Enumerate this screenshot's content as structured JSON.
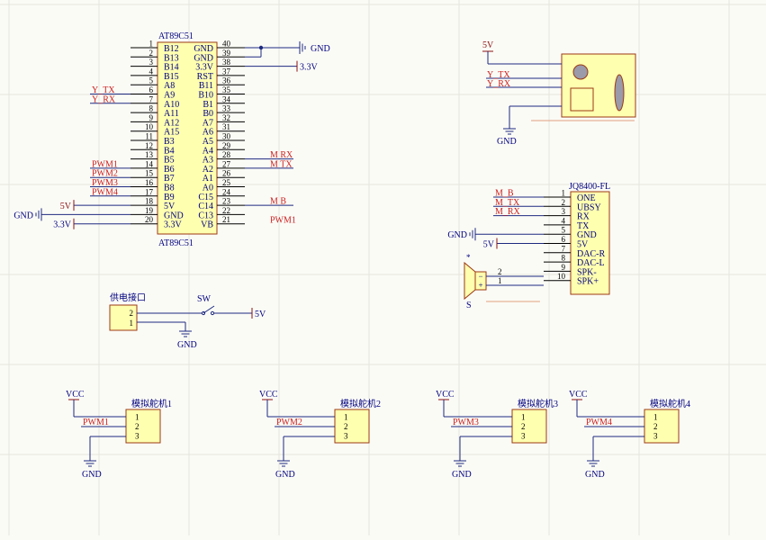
{
  "mcu": {
    "ref": "AT89C51",
    "value": "AT89C51",
    "left_pins": [
      {
        "num": "1",
        "name": "B12"
      },
      {
        "num": "2",
        "name": "B13"
      },
      {
        "num": "3",
        "name": "B14"
      },
      {
        "num": "4",
        "name": "B15"
      },
      {
        "num": "5",
        "name": "A8"
      },
      {
        "num": "6",
        "name": "A9"
      },
      {
        "num": "7",
        "name": "A10"
      },
      {
        "num": "8",
        "name": "A11"
      },
      {
        "num": "9",
        "name": "A12"
      },
      {
        "num": "10",
        "name": "A15"
      },
      {
        "num": "11",
        "name": "B3"
      },
      {
        "num": "12",
        "name": "B4"
      },
      {
        "num": "13",
        "name": "B5"
      },
      {
        "num": "14",
        "name": "B6"
      },
      {
        "num": "15",
        "name": "B7"
      },
      {
        "num": "16",
        "name": "B8"
      },
      {
        "num": "17",
        "name": "B9"
      },
      {
        "num": "18",
        "name": "5V"
      },
      {
        "num": "19",
        "name": "GND"
      },
      {
        "num": "20",
        "name": "3.3V"
      }
    ],
    "right_pins": [
      {
        "num": "40",
        "name": "GND"
      },
      {
        "num": "39",
        "name": "GND"
      },
      {
        "num": "38",
        "name": "3.3V"
      },
      {
        "num": "37",
        "name": "RST"
      },
      {
        "num": "36",
        "name": "B11"
      },
      {
        "num": "35",
        "name": "B10"
      },
      {
        "num": "34",
        "name": "B1"
      },
      {
        "num": "33",
        "name": "B0"
      },
      {
        "num": "32",
        "name": "A7"
      },
      {
        "num": "31",
        "name": "A6"
      },
      {
        "num": "30",
        "name": "A5"
      },
      {
        "num": "29",
        "name": "A4"
      },
      {
        "num": "28",
        "name": "A3"
      },
      {
        "num": "27",
        "name": "A2"
      },
      {
        "num": "26",
        "name": "A1"
      },
      {
        "num": "25",
        "name": "A0"
      },
      {
        "num": "24",
        "name": "C15"
      },
      {
        "num": "23",
        "name": "C14"
      },
      {
        "num": "22",
        "name": "C13"
      },
      {
        "num": "21",
        "name": "VB"
      }
    ],
    "left_nets": {
      "6": "Y_TX",
      "7": "Y_RX",
      "14": "PWM1",
      "15": "PWM2",
      "16": "PWM3",
      "17": "PWM4",
      "18": "5V",
      "19": "GND",
      "20": "3.3V"
    },
    "right_nets": {
      "40": "GND",
      "38": "3.3V",
      "28": "M RX",
      "27": "M TX",
      "23": "M B"
    },
    "free_label": "PWM1"
  },
  "sensor": {
    "power": "5V",
    "tx": "Y_TX",
    "rx": "Y_RX",
    "ground": "GND"
  },
  "audio": {
    "ref": "JQ8400-FL",
    "pins": [
      {
        "num": "1",
        "name": "ONE"
      },
      {
        "num": "2",
        "name": "UBSY"
      },
      {
        "num": "3",
        "name": "RX"
      },
      {
        "num": "4",
        "name": "TX"
      },
      {
        "num": "5",
        "name": "GND"
      },
      {
        "num": "6",
        "name": "5V"
      },
      {
        "num": "7",
        "name": "DAC-R"
      },
      {
        "num": "8",
        "name": "DAC-L"
      },
      {
        "num": "9",
        "name": "SPK-"
      },
      {
        "num": "10",
        "name": "SPK+"
      }
    ],
    "nets": {
      "1": "M_B",
      "2": "M_TX",
      "3": "M_RX",
      "5": "GND",
      "6": "5V"
    },
    "speaker_ref": "*",
    "speaker_value": "S",
    "speaker_pins": [
      {
        "num": "2",
        "sign": "−"
      },
      {
        "num": "1",
        "sign": "+"
      }
    ]
  },
  "power_in": {
    "ref": "供电接口",
    "pins": [
      "2",
      "1"
    ],
    "switch": "SW",
    "out": "5V",
    "ground": "GND"
  },
  "servos": [
    {
      "ref": "模拟舵机1",
      "vcc": "VCC",
      "signal": "PWM1",
      "ground": "GND",
      "pins": [
        "1",
        "2",
        "3"
      ]
    },
    {
      "ref": "模拟舵机2",
      "vcc": "VCC",
      "signal": "PWM2",
      "ground": "GND",
      "pins": [
        "1",
        "2",
        "3"
      ]
    },
    {
      "ref": "模拟舵机3",
      "vcc": "VCC",
      "signal": "PWM3",
      "ground": "GND",
      "pins": [
        "1",
        "2",
        "3"
      ]
    },
    {
      "ref": "模拟舵机4",
      "vcc": "VCC",
      "signal": "PWM4",
      "ground": "GND",
      "pins": [
        "1",
        "2",
        "3"
      ]
    }
  ],
  "colors": {
    "background": "#fbfbf6",
    "grid": "#e6e6dd",
    "body_fill": "#ffffb0",
    "body_stroke": "#9b3a14",
    "wire": "#1e2a80",
    "net_label": "#cc2020",
    "power": "#8b1010",
    "text": "#000080",
    "pin": "#000000"
  }
}
